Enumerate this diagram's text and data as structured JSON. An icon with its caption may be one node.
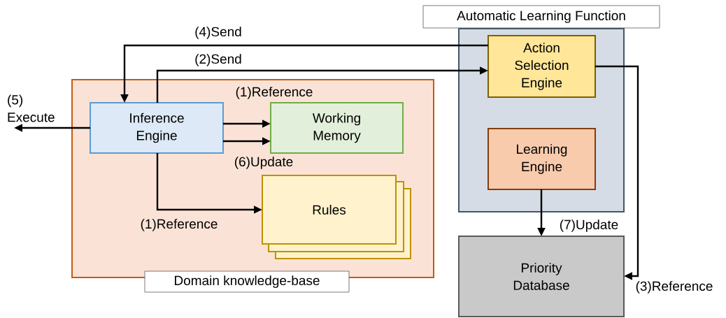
{
  "diagram": {
    "nodes": [
      {
        "text": [
          "Domain knowledge-base"
        ]
      },
      {
        "text": [
          "Inference Engine"
        ],
        "in": 0
      },
      {
        "text": [
          "Working Memory"
        ],
        "in": 0
      },
      {
        "text": [
          "Rules"
        ],
        "in": 0
      },
      {
        "text": [
          "Automatic Learning Function"
        ]
      },
      {
        "text": [
          "Action Selection Engine"
        ],
        "in": 4
      },
      {
        "text": [
          "Learning Engine"
        ],
        "in": 4
      },
      {
        "text": [
          "Priority Database"
        ]
      }
    ],
    "edges": [
      {
        "from": 5,
        "to": 1,
        "arrow": "to",
        "label": "(4)Send"
      },
      {
        "from": 1,
        "to": 5,
        "arrow": "to",
        "label": "(2)Send"
      },
      {
        "from": 1,
        "to": 2,
        "arrow": "to",
        "label": "(1)Reference"
      },
      {
        "from": 1,
        "to": 2,
        "arrow": "to",
        "label": "(6)Update"
      },
      {
        "from": 1,
        "to": 3,
        "arrow": "to",
        "label": "(1)Reference"
      },
      {
        "from": 5,
        "to": 7,
        "arrow": "to",
        "label": "(3)Reference"
      },
      {
        "from": 6,
        "to": 7,
        "arrow": "to",
        "label": "(7)Update"
      },
      {
        "from": 1,
        "to": null,
        "arrow": "to",
        "label": "(5) Execute"
      }
    ]
  }
}
